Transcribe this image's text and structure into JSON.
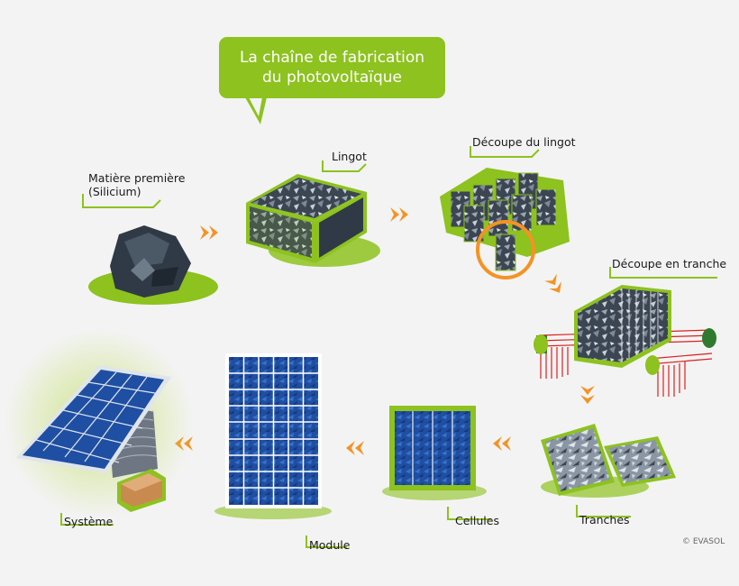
{
  "title": {
    "line1": "La chaîne de fabrication",
    "line2": "du photovoltaïque"
  },
  "labels": {
    "matiere_line1": "Matière première",
    "matiere_line2": "(Silicium)",
    "lingot": "Lingot",
    "decoupe_lingot": "Découpe du lingot",
    "decoupe_tranche": "Découpe en tranche",
    "tranches": "Tranches",
    "cellules": "Cellules",
    "module": "Module",
    "systeme": "Système"
  },
  "credit": "© EVASOL",
  "colors": {
    "green": "#8dc21f",
    "orange": "#f39325",
    "panel_blue": "#1f4fa3",
    "wire_red": "#d92020"
  }
}
